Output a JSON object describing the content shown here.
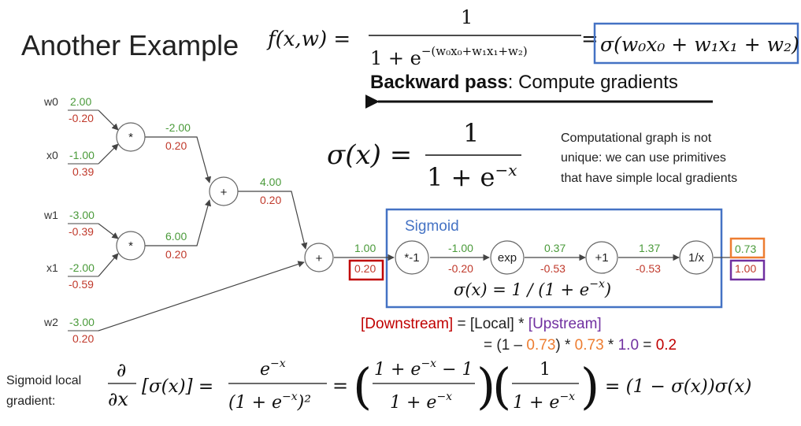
{
  "title": "Another Example",
  "top_formula": {
    "lhs": "f(x,w) =",
    "numerator": "1",
    "denominator_prefix": "1 + e",
    "denominator_exponent": "−(w₀x₀+w₁x₁+w₂)",
    "equals": "=",
    "boxed": "σ(w₀x₀ + w₁x₁ + w₂)"
  },
  "backward": {
    "bold": "Backward pass",
    "rest": ": Compute gradients"
  },
  "sigma_def": {
    "lhs": "σ(x) =",
    "numerator": "1",
    "denominator_prefix": "1 + e",
    "denominator_exponent": "−x"
  },
  "note": [
    "Computational graph is not",
    "unique: we can use primitives",
    "that have simple local gradients"
  ],
  "sigmoid_box": {
    "label": "Sigmoid",
    "formula_prefix": "σ(x) = 1 / (1 + e",
    "formula_exp": "−x",
    "formula_suffix": ")"
  },
  "inputs": [
    {
      "name": "w0",
      "value": "2.00",
      "grad": "-0.20"
    },
    {
      "name": "x0",
      "value": "-1.00",
      "grad": "0.39"
    },
    {
      "name": "w1",
      "value": "-3.00",
      "grad": "-0.39"
    },
    {
      "name": "x1",
      "value": "-2.00",
      "grad": "-0.59"
    },
    {
      "name": "w2",
      "value": "-3.00",
      "grad": "0.20"
    }
  ],
  "nodes": [
    "*",
    "*",
    "+",
    "+",
    "*-1",
    "exp",
    "+1",
    "1/x"
  ],
  "edges": {
    "mul0_out": {
      "value": "-2.00",
      "grad": "0.20"
    },
    "mul1_out": {
      "value": "6.00",
      "grad": "0.20"
    },
    "add0_out": {
      "value": "4.00",
      "grad": "0.20"
    },
    "add1_out": {
      "value": "1.00",
      "grad": "0.20"
    },
    "neg_out": {
      "value": "-1.00",
      "grad": "-0.20"
    },
    "exp_out": {
      "value": "0.37",
      "grad": "-0.53"
    },
    "plus1_out": {
      "value": "1.37",
      "grad": "-0.53"
    },
    "final_out": {
      "value": "0.73",
      "grad": "1.00"
    }
  },
  "rule": {
    "downstream": "[Downstream]",
    "eq": " = [Local] * ",
    "upstream": "[Upstream]",
    "line2_a": "= (1 – ",
    "line2_b": "0.73",
    "line2_c": ") * ",
    "line2_d": "0.73",
    "line2_e": " * ",
    "line2_f": "1.0",
    "line2_g": " = ",
    "line2_h": "0.2"
  },
  "bottom": {
    "label": [
      "Sigmoid local",
      "gradient:"
    ],
    "formula": "∂/∂x [σ(x)] = e⁻ˣ/(1+e⁻ˣ)² = ((1+e⁻ˣ−1)/(1+e⁻ˣ)) (1/(1+e⁻ˣ)) = (1 − σ(x))σ(x)",
    "d": "∂",
    "dx": "∂x",
    "sigma_bracket": "[σ(x)] =",
    "f1_num": "e",
    "f1_num_exp": "−x",
    "f1_den": "(1 + e",
    "f1_den_exp": "−x",
    "f1_den_end": ")²",
    "eq": "=",
    "f2_num": "1 + e",
    "f2_num_exp": "−x",
    "f2_num_end": " − 1",
    "f2_den": "1 + e",
    "f2_den_exp": "−x",
    "f3_num": "1",
    "f3_den": "1 + e",
    "f3_den_exp": "−x",
    "final": "= (1 − σ(x))σ(x)"
  },
  "colors": {
    "value_green": "#4a9a3a",
    "grad_red": "#c0392b",
    "blue_box": "#4472c4",
    "red_box": "#c00000",
    "orange": "#ed7d31",
    "purple": "#7030a0",
    "node_stroke": "#666666"
  }
}
